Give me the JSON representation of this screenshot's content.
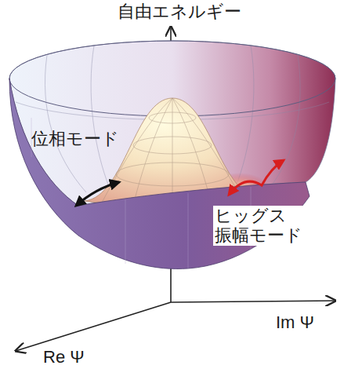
{
  "diagram": {
    "labels": [
      "自由エネルギー",
      "位相モード",
      "ヒッグス 振幅モード",
      "Im Ψ",
      "Re Ψ"
    ]
  }
}
